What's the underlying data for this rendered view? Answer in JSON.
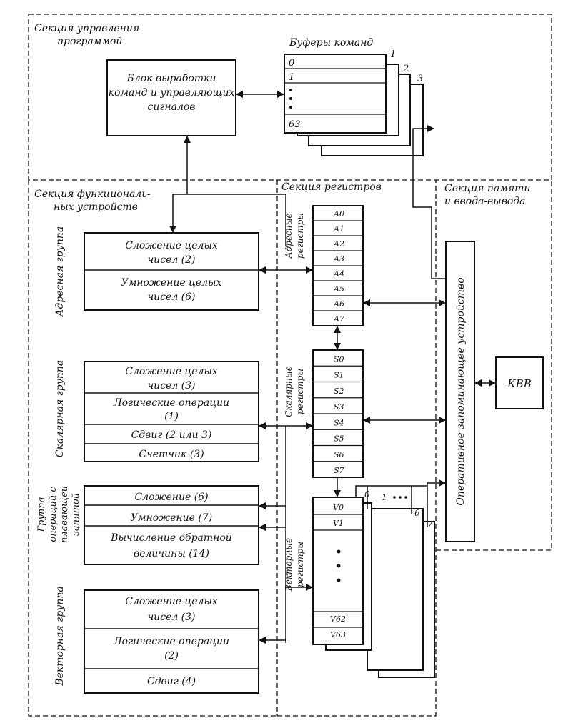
{
  "sections": {
    "control": [
      "Секция управления",
      "программой"
    ],
    "functional": [
      "Секция функциональ-",
      "ных устройств"
    ],
    "registers": "Секция регистров",
    "memory": [
      "Секция памяти",
      "и ввода-вывода"
    ]
  },
  "instruction_buffers": {
    "title": "Буферы команд",
    "rows": [
      "0",
      "1",
      "63"
    ],
    "stack_labels": [
      "1",
      "2",
      "3"
    ]
  },
  "command_block": [
    "Блок выработки",
    "команд и управляющих",
    "сигналов"
  ],
  "groups": {
    "address": {
      "label": "Адресная группа",
      "units": [
        [
          "Сложение целых",
          "чисел (2)"
        ],
        [
          "Умножение целых",
          "чисел (6)"
        ]
      ]
    },
    "scalar": {
      "label": "Скалярная группа",
      "units": [
        [
          "Сложение целых",
          "чисел (3)"
        ],
        [
          "Логические операции",
          "(1)"
        ],
        [
          "Сдвиг (2 или 3)"
        ],
        [
          "Счетчик (3)"
        ]
      ]
    },
    "float": {
      "label": [
        "Группа",
        "операций с",
        "плавающей",
        "запятой"
      ],
      "units": [
        [
          "Сложение (6)"
        ],
        [
          "Умножение (7)"
        ],
        [
          "Вычисление обратной",
          "величины (14)"
        ]
      ]
    },
    "vector": {
      "label": "Векторная группа",
      "units": [
        [
          "Сложение целых",
          "чисел (3)"
        ],
        [
          "Логические операции",
          "(2)"
        ],
        [
          "Сдвиг (4)"
        ]
      ]
    }
  },
  "registers": {
    "address_label": [
      "Адресные",
      "регистры"
    ],
    "address": [
      "A0",
      "A1",
      "A2",
      "A3",
      "A4",
      "A5",
      "A6",
      "A7"
    ],
    "scalar_label": [
      "Скалярные",
      "регистры"
    ],
    "scalar": [
      "S0",
      "S1",
      "S2",
      "S3",
      "S4",
      "S5",
      "S6",
      "S7"
    ],
    "vector_label": [
      "Векторные",
      "регистры"
    ],
    "vector_top": [
      "V0",
      "V1"
    ],
    "vector_bottom": [
      "V62",
      "V63"
    ],
    "vector_stack_labels": [
      "0",
      "1",
      "6",
      "7"
    ]
  },
  "memory_unit": "Оперативное запоминающее устройство",
  "io_unit": "КВВ"
}
